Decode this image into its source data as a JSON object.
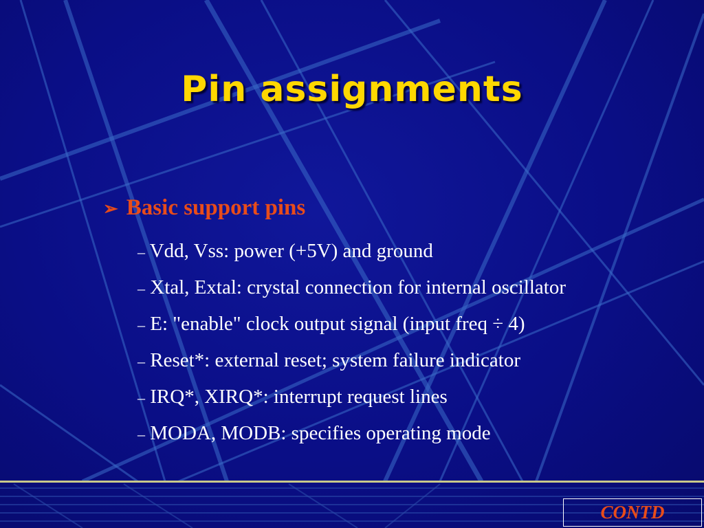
{
  "slide": {
    "title": "Pin assignments",
    "bullet": {
      "icon": "arrow-bullet-icon",
      "text": "Basic support pins"
    },
    "items": [
      {
        "dash": "–",
        "text": "Vdd, Vss: power (+5V) and ground"
      },
      {
        "dash": "–",
        "text": "Xtal, Extal: crystal connection for internal oscillator"
      },
      {
        "dash": "–",
        "text": "E: \"enable\" clock output signal (input freq ÷ 4)"
      },
      {
        "dash": "–",
        "text": "Reset*: external reset; system failure indicator"
      },
      {
        "dash": "–",
        "text": "IRQ*, XIRQ*: interrupt request lines"
      },
      {
        "dash": "–",
        "text": "MODA, MODB: specifies operating mode"
      }
    ],
    "footer": {
      "contd_label": "CONTD"
    }
  },
  "colors": {
    "background": "#0a0e86",
    "title": "#ffd700",
    "bullet": "#e84c1a",
    "body_text": "#ffffff",
    "footer_line": "#c9c98a",
    "decor_lines": "#3a6cc8"
  }
}
